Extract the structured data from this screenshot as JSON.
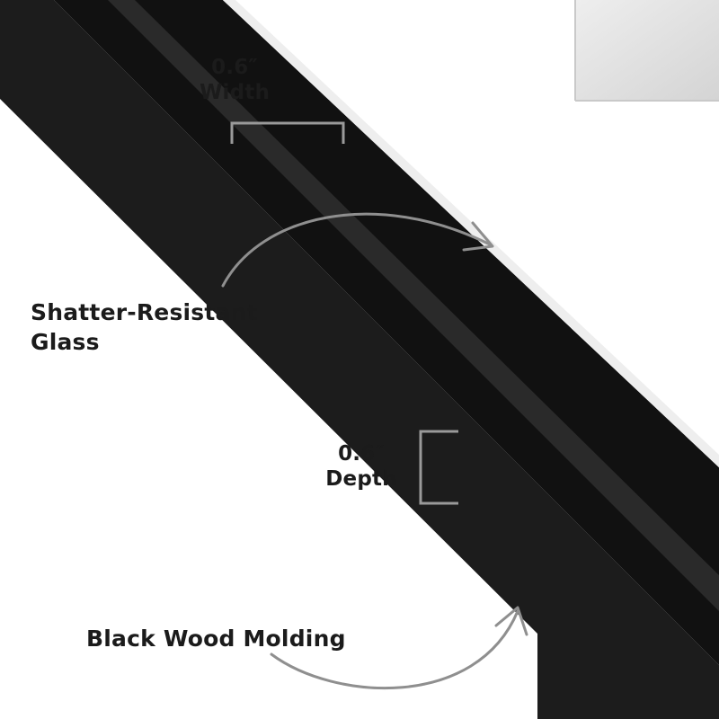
{
  "callouts": {
    "width": {
      "value": "0.6″",
      "name": "Width"
    },
    "glass": {
      "line1": "Shatter-Resistant",
      "line2": "Glass"
    },
    "depth": {
      "value": "0.6″",
      "name": "Depth"
    },
    "molding": {
      "text": "Black Wood Molding"
    }
  },
  "colors": {
    "frame_front": "#121212",
    "frame_bevel": "#262626",
    "frame_side": "#1c1c1c",
    "mat": "#ffffff",
    "photo": "#e6e6e6",
    "text": "#1b1b1b",
    "bracket": "#9a9a9a",
    "arrow": "#8f8f8f"
  }
}
